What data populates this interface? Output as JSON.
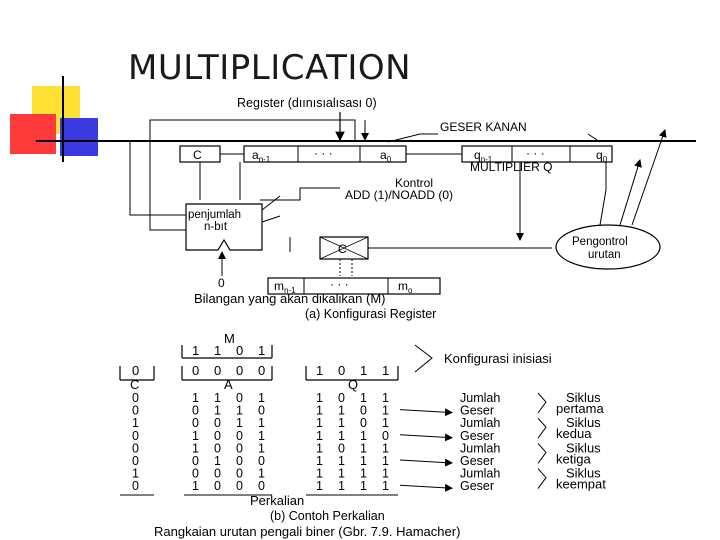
{
  "slide": {
    "title": "MULTIPLICATION"
  },
  "colors": {
    "deco_yellow": "#ffe135",
    "deco_red": "#ff2a2a",
    "deco_blue": "#3a3ae0",
    "line": "#000000"
  },
  "register_diagram": {
    "register_label": "Regıster (dıınısıalısası 0)",
    "shift_right": "GESER KANAN",
    "c_cell": "C",
    "a_high": "a",
    "a_high_sub": "n-1",
    "a_dots": "· · ·",
    "a_low": "a",
    "a_low_sub": "0",
    "q_high": "q",
    "q_high_sub": "n-1",
    "q_dots": "· · ·",
    "q_low": "q",
    "q_low_sub": "0",
    "multiplier_q": "MULTIPLIER Q",
    "control": "Kontrol",
    "control_add": "ADD (1)/NOADD (0)",
    "adder_line1": "penjumlah",
    "adder_line2": "n-bıt",
    "carry_in": "0",
    "mux_label": "C",
    "m_high": "m",
    "m_high_sub": "n-1",
    "m_dots": "· · ·",
    "m_low": "m",
    "m_low_sub": "o",
    "seq_ctrl_line1": "Pengontrol",
    "seq_ctrl_line2": "urutan",
    "multiplicand_label": "Bilangan yang akan dikalikan (M)",
    "caption_a": "(a) Konfigurasi Register"
  },
  "example": {
    "m_label": "M",
    "m_bits": [
      "1",
      "1",
      "0",
      "1"
    ],
    "init_c": "0",
    "init_a": [
      "0",
      "0",
      "0",
      "0"
    ],
    "init_q": [
      "1",
      "0",
      "1",
      "1"
    ],
    "init_label": "Konfigurasi inisiasi",
    "c_header": "C",
    "a_header": "A",
    "q_header": "Q",
    "rows": [
      {
        "c": "0",
        "a": [
          "1",
          "1",
          "0",
          "1"
        ],
        "q": [
          "1",
          "0",
          "1",
          "1"
        ],
        "op": "Jumlah"
      },
      {
        "c": "0",
        "a": [
          "0",
          "1",
          "1",
          "0"
        ],
        "q": [
          "1",
          "1",
          "0",
          "1"
        ],
        "op": "Geser"
      },
      {
        "c": "1",
        "a": [
          "0",
          "0",
          "1",
          "1"
        ],
        "q": [
          "1",
          "1",
          "0",
          "1"
        ],
        "op": "Jumlah"
      },
      {
        "c": "0",
        "a": [
          "1",
          "0",
          "0",
          "1"
        ],
        "q": [
          "1",
          "1",
          "1",
          "0"
        ],
        "op": "Geser"
      },
      {
        "c": "0",
        "a": [
          "1",
          "0",
          "0",
          "1"
        ],
        "q": [
          "1",
          "0",
          "1",
          "1"
        ],
        "op": "Jumlah"
      },
      {
        "c": "0",
        "a": [
          "0",
          "1",
          "0",
          "0"
        ],
        "q": [
          "1",
          "1",
          "1",
          "1"
        ],
        "op": "Geser"
      },
      {
        "c": "1",
        "a": [
          "0",
          "0",
          "0",
          "1"
        ],
        "q": [
          "1",
          "1",
          "1",
          "1"
        ],
        "op": "Jumlah"
      },
      {
        "c": "0",
        "a": [
          "1",
          "0",
          "0",
          "0"
        ],
        "q": [
          "1",
          "1",
          "1",
          "1"
        ],
        "op": "Geser"
      }
    ],
    "cycles": [
      {
        "line1": "Siklus",
        "line2": "pertama"
      },
      {
        "line1": "Siklus",
        "line2": "kedua"
      },
      {
        "line1": "Siklus",
        "line2": "ketiga"
      },
      {
        "line1": "Siklus",
        "line2": "keempat"
      }
    ],
    "product_label": "Perkalian",
    "caption_b": "(b) Contoh Perkalian",
    "footer": "Rangkaian urutan pengali biner (Gbr. 7.9. Hamacher)"
  }
}
